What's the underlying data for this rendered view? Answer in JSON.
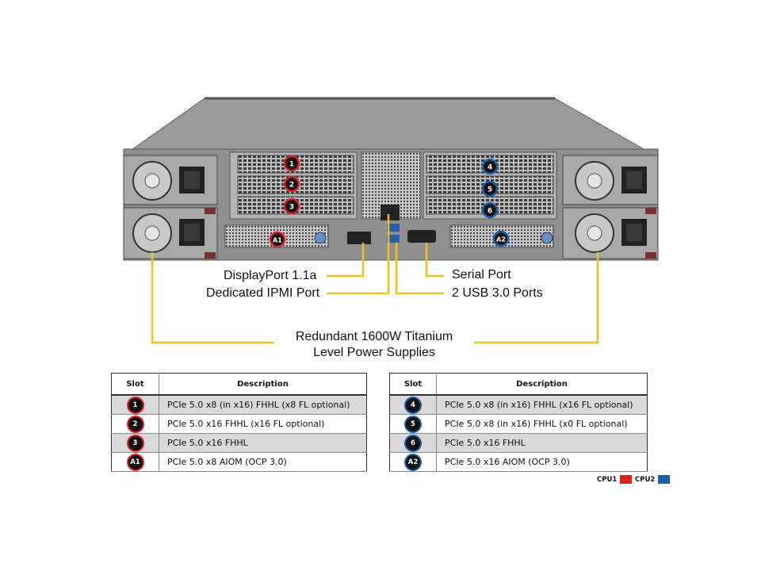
{
  "colors": {
    "cpu1": "#e02020",
    "cpu2": "#1f5fa8",
    "callout_line": "#f0c020",
    "chassis": "#8c8c8c"
  },
  "chassis_badges": {
    "slot1": "1",
    "slot2": "2",
    "slot3": "3",
    "slotA1": "A1",
    "slot4": "4",
    "slot5": "5",
    "slot6": "6",
    "slotA2": "A2"
  },
  "callouts": {
    "displayport": "DisplayPort 1.1a",
    "ipmi": "Dedicated IPMI  Port",
    "serial": "Serial Port",
    "usb": "2 USB 3.0 Ports",
    "psu_line1": "Redundant  1600W Titanium",
    "psu_line2": "Level Power Supplies"
  },
  "table_cpu1": {
    "header_slot": "Slot",
    "header_desc": "Description",
    "rows": [
      {
        "slot": "1",
        "desc": "PCIe 5.0 x8 (in x16) FHHL (x8 FL optional)"
      },
      {
        "slot": "2",
        "desc": "PCIe 5.0 x16 FHHL (x16 FL optional)"
      },
      {
        "slot": "3",
        "desc": "PCIe 5.0 x16 FHHL"
      },
      {
        "slot": "A1",
        "desc": "PCIe 5.0 x8 AIOM (OCP 3.0)"
      }
    ]
  },
  "table_cpu2": {
    "header_slot": "Slot",
    "header_desc": "Description",
    "rows": [
      {
        "slot": "4",
        "desc": "PCIe 5.0 x8 (in x16) FHHL (x16 FL optional)"
      },
      {
        "slot": "5",
        "desc": "PCIe 5.0 x8 (in x16) FHHL (x0 FL optional)"
      },
      {
        "slot": "6",
        "desc": "PCIe 5.0 x16 FHHL"
      },
      {
        "slot": "A2",
        "desc": "PCIe 5.0 x16 AIOM (OCP 3.0)"
      }
    ]
  },
  "legend": {
    "cpu1_label": "CPU1",
    "cpu2_label": "CPU2"
  }
}
